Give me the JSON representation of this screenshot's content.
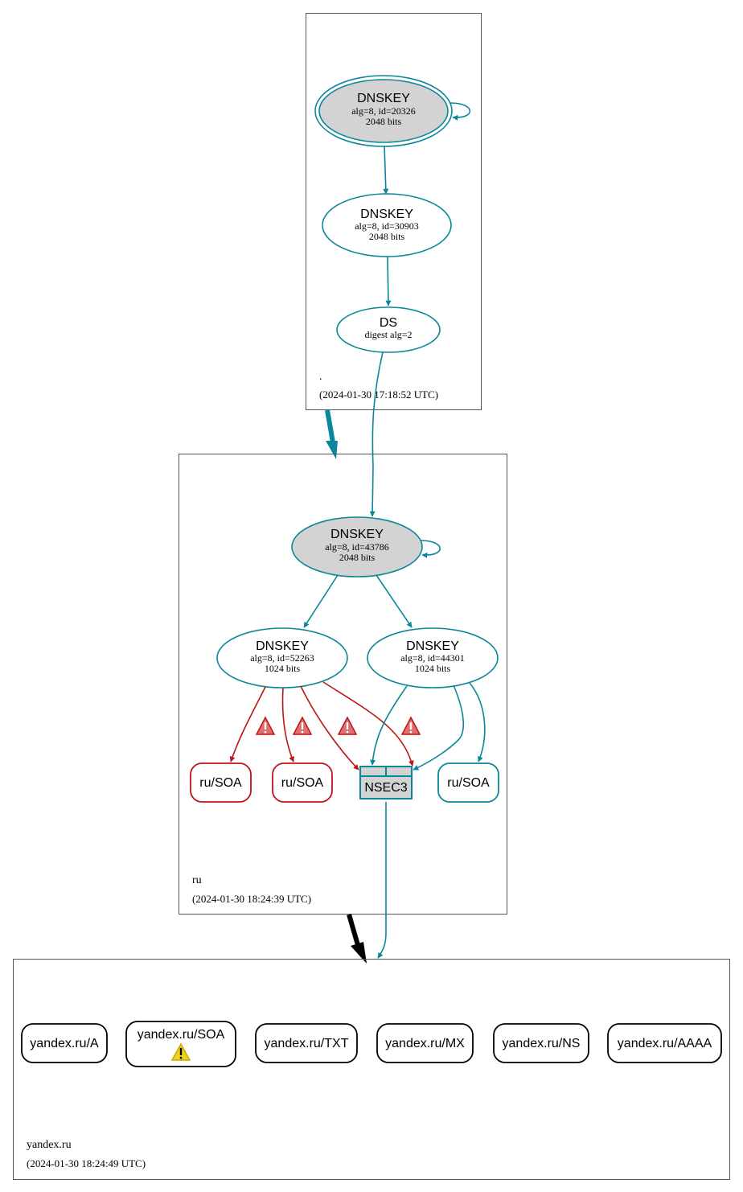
{
  "colors": {
    "secure": "#0a879a",
    "bogus": "#be1515",
    "insecure": "#000000",
    "node_fill_ksk": "#d3d3d3",
    "warning": "#f0d21e"
  },
  "zones": {
    "root": {
      "name": ".",
      "timestamp": "(2024-01-30 17:18:52 UTC)",
      "nodes": {
        "ksk": {
          "type": "DNSKEY",
          "line1": "alg=8, id=20326",
          "line2": "2048 bits"
        },
        "zsk": {
          "type": "DNSKEY",
          "line1": "alg=8, id=30903",
          "line2": "2048 bits"
        },
        "ds": {
          "type": "DS",
          "line1": "digest alg=2"
        }
      }
    },
    "ru": {
      "name": "ru",
      "timestamp": "(2024-01-30 18:24:39 UTC)",
      "nodes": {
        "ksk": {
          "type": "DNSKEY",
          "line1": "alg=8, id=43786",
          "line2": "2048 bits"
        },
        "zsk1": {
          "type": "DNSKEY",
          "line1": "alg=8, id=52263",
          "line2": "1024 bits"
        },
        "zsk2": {
          "type": "DNSKEY",
          "line1": "alg=8, id=44301",
          "line2": "1024 bits"
        },
        "soa1": {
          "label": "ru/SOA"
        },
        "soa2": {
          "label": "ru/SOA"
        },
        "nsec3": {
          "label": "NSEC3"
        },
        "soa3": {
          "label": "ru/SOA"
        }
      }
    },
    "yandex": {
      "name": "yandex.ru",
      "timestamp": "(2024-01-30 18:24:49 UTC)",
      "records": {
        "a": "yandex.ru/A",
        "soa": "yandex.ru/SOA",
        "txt": "yandex.ru/TXT",
        "mx": "yandex.ru/MX",
        "ns": "yandex.ru/NS",
        "aaaa": "yandex.ru/AAAA"
      }
    }
  },
  "icons": {
    "warning": "warning-icon"
  }
}
